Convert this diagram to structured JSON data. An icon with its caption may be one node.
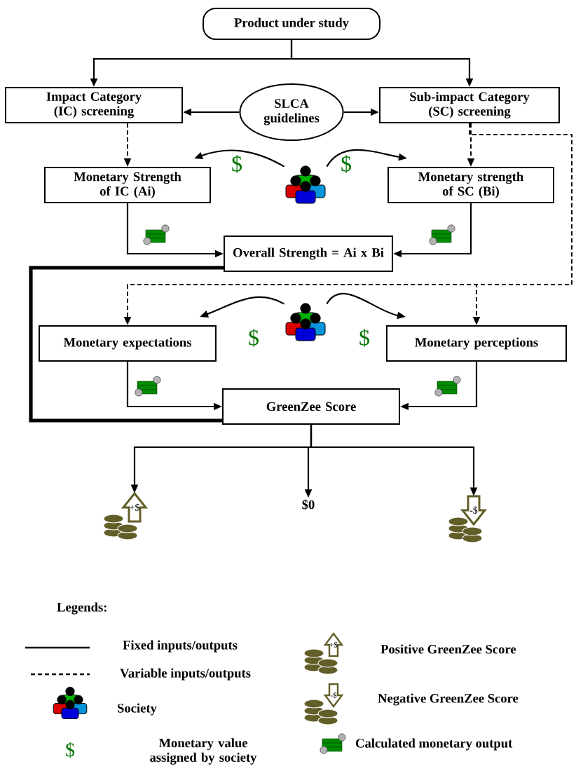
{
  "diagram": {
    "nodes": [
      {
        "text": [
          "Product under study"
        ]
      },
      {
        "text": [
          "Impact Category (IC) screening"
        ]
      },
      {
        "text": [
          "SLCA guidelines"
        ]
      },
      {
        "text": [
          "Sub-impact Category (SC) screening"
        ]
      },
      {
        "text": [
          "Monetary Strength of IC (Ai)"
        ]
      },
      {
        "text": [],
        "shape": "person"
      },
      {
        "text": [
          "Monetary strength of SC (Bi)"
        ]
      },
      {
        "text": [
          "Overall Strength = Ai x Bi"
        ]
      },
      {
        "text": [
          "Monetary expectations"
        ]
      },
      {
        "text": [],
        "shape": "person"
      },
      {
        "text": [
          "Monetary perceptions"
        ]
      },
      {
        "text": [
          "GreenZee Score"
        ]
      },
      {
        "text": [
          "+$"
        ]
      },
      {
        "text": [
          "$0"
        ]
      },
      {
        "text": [
          "-$"
        ]
      }
    ],
    "edges": [
      {
        "from": 0,
        "to": 1,
        "arrow": "to"
      },
      {
        "from": 0,
        "to": 3,
        "arrow": "to"
      },
      {
        "from": 2,
        "to": 1,
        "arrow": "to"
      },
      {
        "from": 2,
        "to": 3,
        "arrow": "to"
      },
      {
        "from": 1,
        "to": 4,
        "arrow": "to",
        "style": "dashed"
      },
      {
        "from": 3,
        "to": 6,
        "arrow": "to",
        "style": "dashed"
      },
      {
        "from": 3,
        "to": 8,
        "arrow": "to",
        "style": "dashed"
      },
      {
        "from": 3,
        "to": 10,
        "arrow": "to",
        "style": "dashed"
      },
      {
        "from": 5,
        "to": 4,
        "arrow": "to"
      },
      {
        "from": 5,
        "to": 6,
        "arrow": "to"
      },
      {
        "from": 4,
        "to": 7,
        "arrow": "to"
      },
      {
        "from": 6,
        "to": 7,
        "arrow": "to"
      },
      {
        "from": 9,
        "to": 8,
        "arrow": "to"
      },
      {
        "from": 9,
        "to": 10,
        "arrow": "to"
      },
      {
        "from": 8,
        "to": 11,
        "arrow": "to"
      },
      {
        "from": 10,
        "to": 11,
        "arrow": "to"
      },
      {
        "from": 7,
        "to": 11,
        "arrow": "none",
        "style": "thick"
      },
      {
        "from": 11,
        "to": 12,
        "arrow": "to"
      },
      {
        "from": 11,
        "to": 13,
        "arrow": "to"
      },
      {
        "from": 11,
        "to": 14,
        "arrow": "to"
      }
    ],
    "labels": [
      "$",
      "$",
      "$",
      "$",
      "Legends:",
      "+$",
      "-$",
      "$"
    ],
    "legend": [
      {
        "text": "Fixed inputs/outputs"
      },
      {
        "text": "Variable inputs/outputs"
      },
      {
        "text": "Society"
      },
      {
        "text": "Monetary value assigned by society"
      },
      {
        "text": "Positive GreenZee Score"
      },
      {
        "text": "Negative GreenZee Score"
      },
      {
        "text": "Calculated monetary output"
      }
    ]
  }
}
